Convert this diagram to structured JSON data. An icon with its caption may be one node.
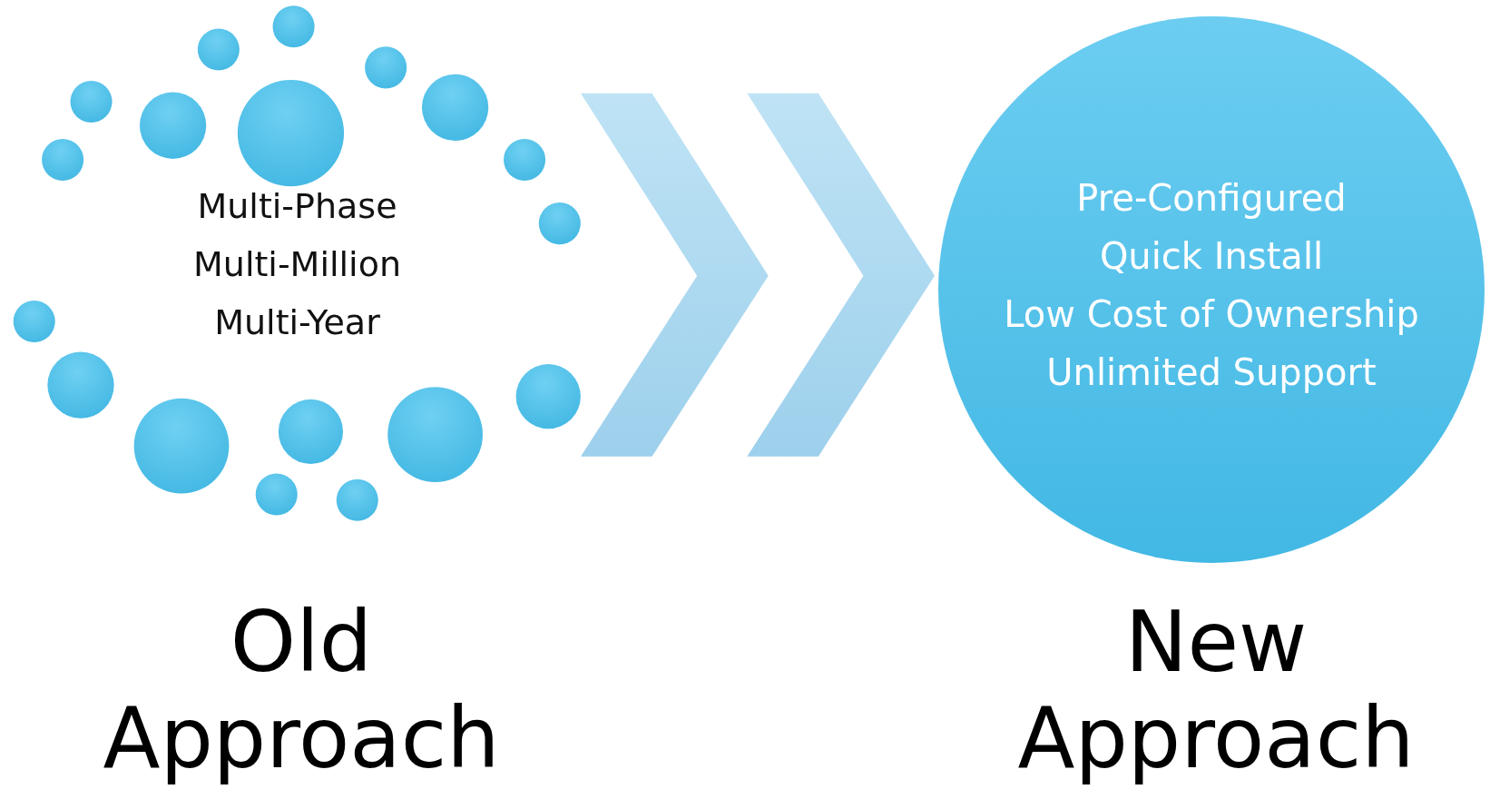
{
  "diagram": {
    "nodes": [
      {
        "text": [
          "Multi-Phase",
          "Multi-Million",
          "Multi-Year"
        ],
        "beside": [
          "Old Approach"
        ]
      },
      {
        "text": [
          "Pre-Configured",
          "Quick Install",
          "Low Cost of Ownership",
          "Unlimited Support"
        ],
        "beside": [
          "New Approach"
        ]
      }
    ],
    "edges": [
      {
        "from": 0,
        "to": 1,
        "arrow": "to"
      }
    ]
  }
}
